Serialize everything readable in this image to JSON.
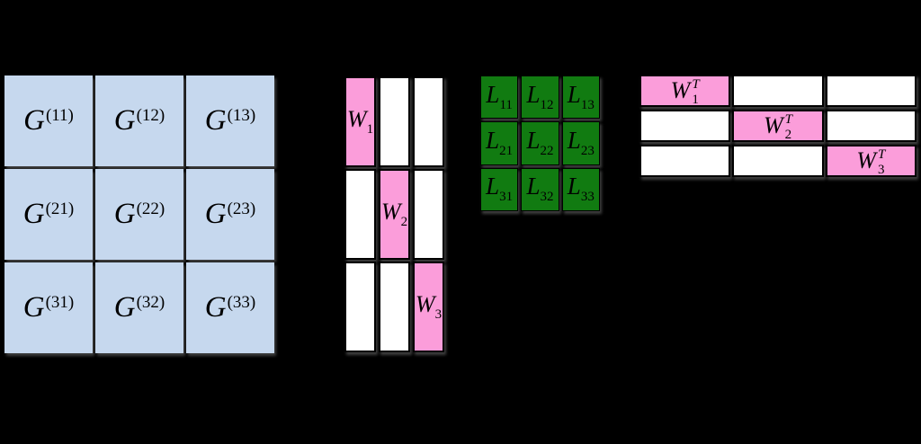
{
  "colors": {
    "background": "#000000",
    "blue": "#c6d8ee",
    "pink": "#fb9dda",
    "green": "#117b11",
    "white": "#ffffff",
    "ink": "#000000"
  },
  "g_matrix": {
    "cells": [
      {
        "base": "G",
        "sup": "(11)"
      },
      {
        "base": "G",
        "sup": "(12)"
      },
      {
        "base": "G",
        "sup": "(13)"
      },
      {
        "base": "G",
        "sup": "(21)"
      },
      {
        "base": "G",
        "sup": "(22)"
      },
      {
        "base": "G",
        "sup": "(23)"
      },
      {
        "base": "G",
        "sup": "(31)"
      },
      {
        "base": "G",
        "sup": "(32)"
      },
      {
        "base": "G",
        "sup": "(33)"
      }
    ]
  },
  "w_matrix": {
    "cells": [
      {
        "fill": "pink",
        "base": "W",
        "sub": "1"
      },
      {
        "fill": "white"
      },
      {
        "fill": "white"
      },
      {
        "fill": "white"
      },
      {
        "fill": "pink",
        "base": "W",
        "sub": "2"
      },
      {
        "fill": "white"
      },
      {
        "fill": "white"
      },
      {
        "fill": "white"
      },
      {
        "fill": "pink",
        "base": "W",
        "sub": "3"
      }
    ]
  },
  "l_matrix": {
    "cells": [
      {
        "base": "L",
        "sub": "11"
      },
      {
        "base": "L",
        "sub": "12"
      },
      {
        "base": "L",
        "sub": "13"
      },
      {
        "base": "L",
        "sub": "21"
      },
      {
        "base": "L",
        "sub": "22"
      },
      {
        "base": "L",
        "sub": "23"
      },
      {
        "base": "L",
        "sub": "31"
      },
      {
        "base": "L",
        "sub": "32"
      },
      {
        "base": "L",
        "sub": "33"
      }
    ]
  },
  "wt_matrix": {
    "cells": [
      {
        "fill": "pink",
        "base": "W",
        "sup": "T",
        "sub": "1"
      },
      {
        "fill": "white"
      },
      {
        "fill": "white"
      },
      {
        "fill": "white"
      },
      {
        "fill": "pink",
        "base": "W",
        "sup": "T",
        "sub": "2"
      },
      {
        "fill": "white"
      },
      {
        "fill": "white"
      },
      {
        "fill": "white"
      },
      {
        "fill": "pink",
        "base": "W",
        "sup": "T",
        "sub": "3"
      }
    ]
  }
}
